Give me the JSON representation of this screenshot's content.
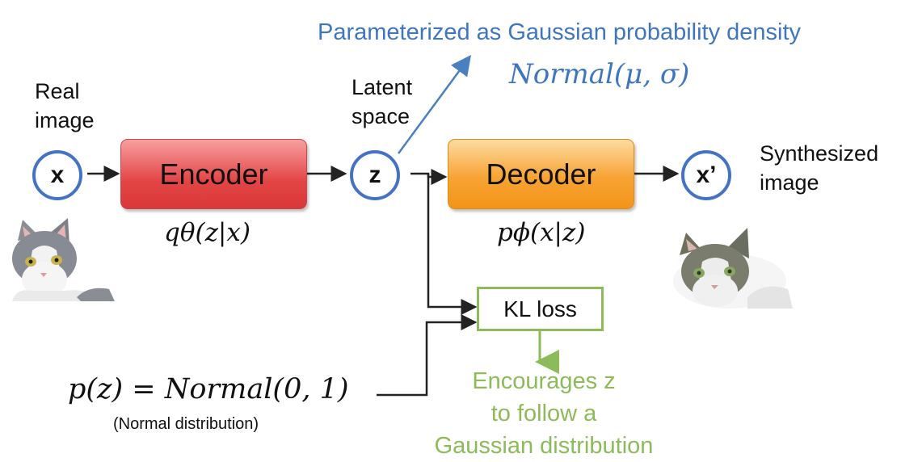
{
  "top": {
    "param_text": "Parameterized as Gaussian probability density",
    "normal_formula": "Normal(μ, σ)"
  },
  "labels": {
    "real_image_line1": "Real",
    "real_image_line2": "image",
    "latent_line1": "Latent",
    "latent_line2": "space",
    "synth_line1": "Synthesized",
    "synth_line2": "image"
  },
  "nodes": {
    "x": "x",
    "z": "z",
    "x_prime": "x’"
  },
  "boxes": {
    "encoder": "Encoder",
    "decoder": "Decoder",
    "kl_loss": "KL loss"
  },
  "formulas": {
    "encoder_q": "qθ(z|x)",
    "decoder_p": "pϕ(x|z)",
    "prior": "p(z) = Normal(0, 1)",
    "prior_caption": "(Normal distribution)"
  },
  "note": {
    "line1": "Encourages z",
    "line2": "to follow a",
    "line3": "Gaussian distribution"
  },
  "colors": {
    "blue": "#4472c4",
    "green": "#8dbb5a",
    "encoder_red": "#e34545",
    "decoder_orange": "#f7a334"
  }
}
